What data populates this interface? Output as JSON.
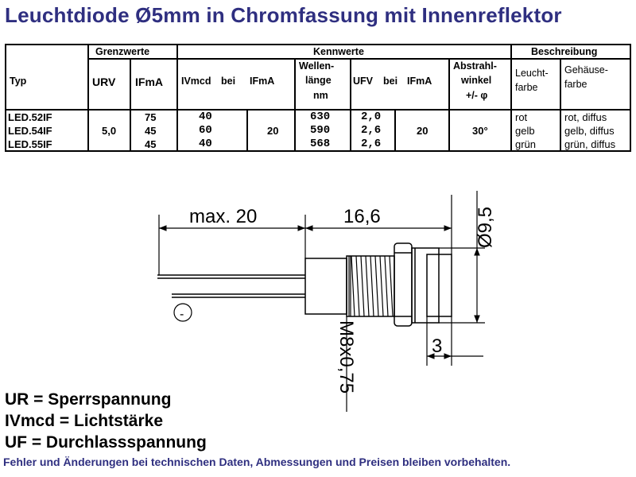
{
  "title": "Leuchtdiode Ø5mm in Chromfassung mit Innenreflektor",
  "table": {
    "group_headers": {
      "grenzwerte": "Grenzwerte",
      "kennwerte": "Kennwerte",
      "beschreibung": "Beschreibung"
    },
    "headers": {
      "typ": "Typ",
      "ur": "URV",
      "if1": "IFmA",
      "iv": "IVmcd",
      "bei1": "bei",
      "if2": "IFmA",
      "wellen": "Wellen-",
      "laenge": "länge",
      "nm": "nm",
      "uf": "UFV",
      "bei2": "bei",
      "if3": "IFmA",
      "abstrahl": "Abstrahl-",
      "winkel": "winkel",
      "pm": "+/- φ",
      "leucht": "Leucht-",
      "farbe1": "farbe",
      "gehaeuse": "Gehäuse-",
      "farbe2": "farbe"
    },
    "rows": [
      {
        "typ": "LED.52IF",
        "if": "75",
        "iv": "40",
        "wl": "630",
        "uf": "2,0",
        "farbe": "rot",
        "gehaeuse": "rot, diffus"
      },
      {
        "typ": "LED.54IF",
        "if": "45",
        "iv": "60",
        "wl": "590",
        "uf": "2,6",
        "farbe": "gelb",
        "gehaeuse": "gelb, diffus"
      },
      {
        "typ": "LED.55IF",
        "if": "45",
        "iv": "40",
        "wl": "568",
        "uf": "2,6",
        "farbe": "grün",
        "gehaeuse": "grün, diffus"
      }
    ],
    "shared": {
      "ur": "5,0",
      "if_iv": "20",
      "if_uf": "20",
      "winkel": "30°"
    }
  },
  "drawing": {
    "dim_max": "max. 20",
    "dim_len": "16,6",
    "dim_dia": "Ø9,5",
    "dim_thread": "M8x0,75",
    "dim_3": "3",
    "minus": "-"
  },
  "legend": [
    "UR = Sperrspannung",
    "IVmcd = Lichtstärke",
    "UF = Durchlassspannung"
  ],
  "footer": "Fehler und Änderungen bei technischen Daten, Abmessungen und Preisen bleiben vorbehalten."
}
